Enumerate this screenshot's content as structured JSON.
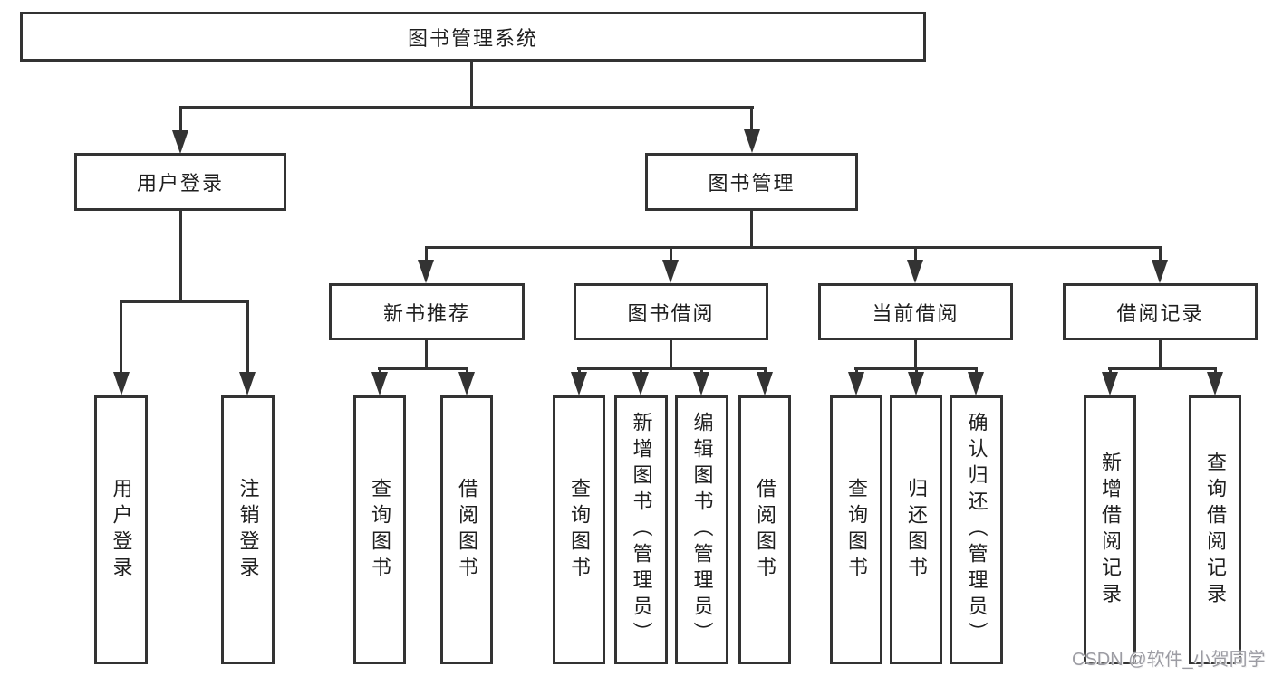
{
  "diagram": {
    "root": "图书管理系统",
    "level1": {
      "user_login": "用户登录",
      "book_mgmt": "图书管理"
    },
    "level2": {
      "new_book": "新书推荐",
      "book_borrow": "图书借阅",
      "current_borrow": "当前借阅",
      "borrow_record": "借阅记录"
    },
    "leaves": {
      "user_login": [
        "用户登录",
        "注销登录"
      ],
      "new_book": [
        "查询图书",
        "借阅图书"
      ],
      "book_borrow": [
        "查询图书",
        "新增图书（管理员）",
        "编辑图书（管理员）",
        "借阅图书"
      ],
      "current_borrow": [
        "查询图书",
        "归还图书",
        "确认归还（管理员）"
      ],
      "borrow_record": [
        "新增借阅记录",
        "查询借阅记录"
      ]
    }
  },
  "watermark": "CSDN @软件_小贺同学",
  "colors": {
    "line": "#333333",
    "text": "#1f1f1f",
    "watermark": "#9c9ca3",
    "background": "#ffffff"
  }
}
